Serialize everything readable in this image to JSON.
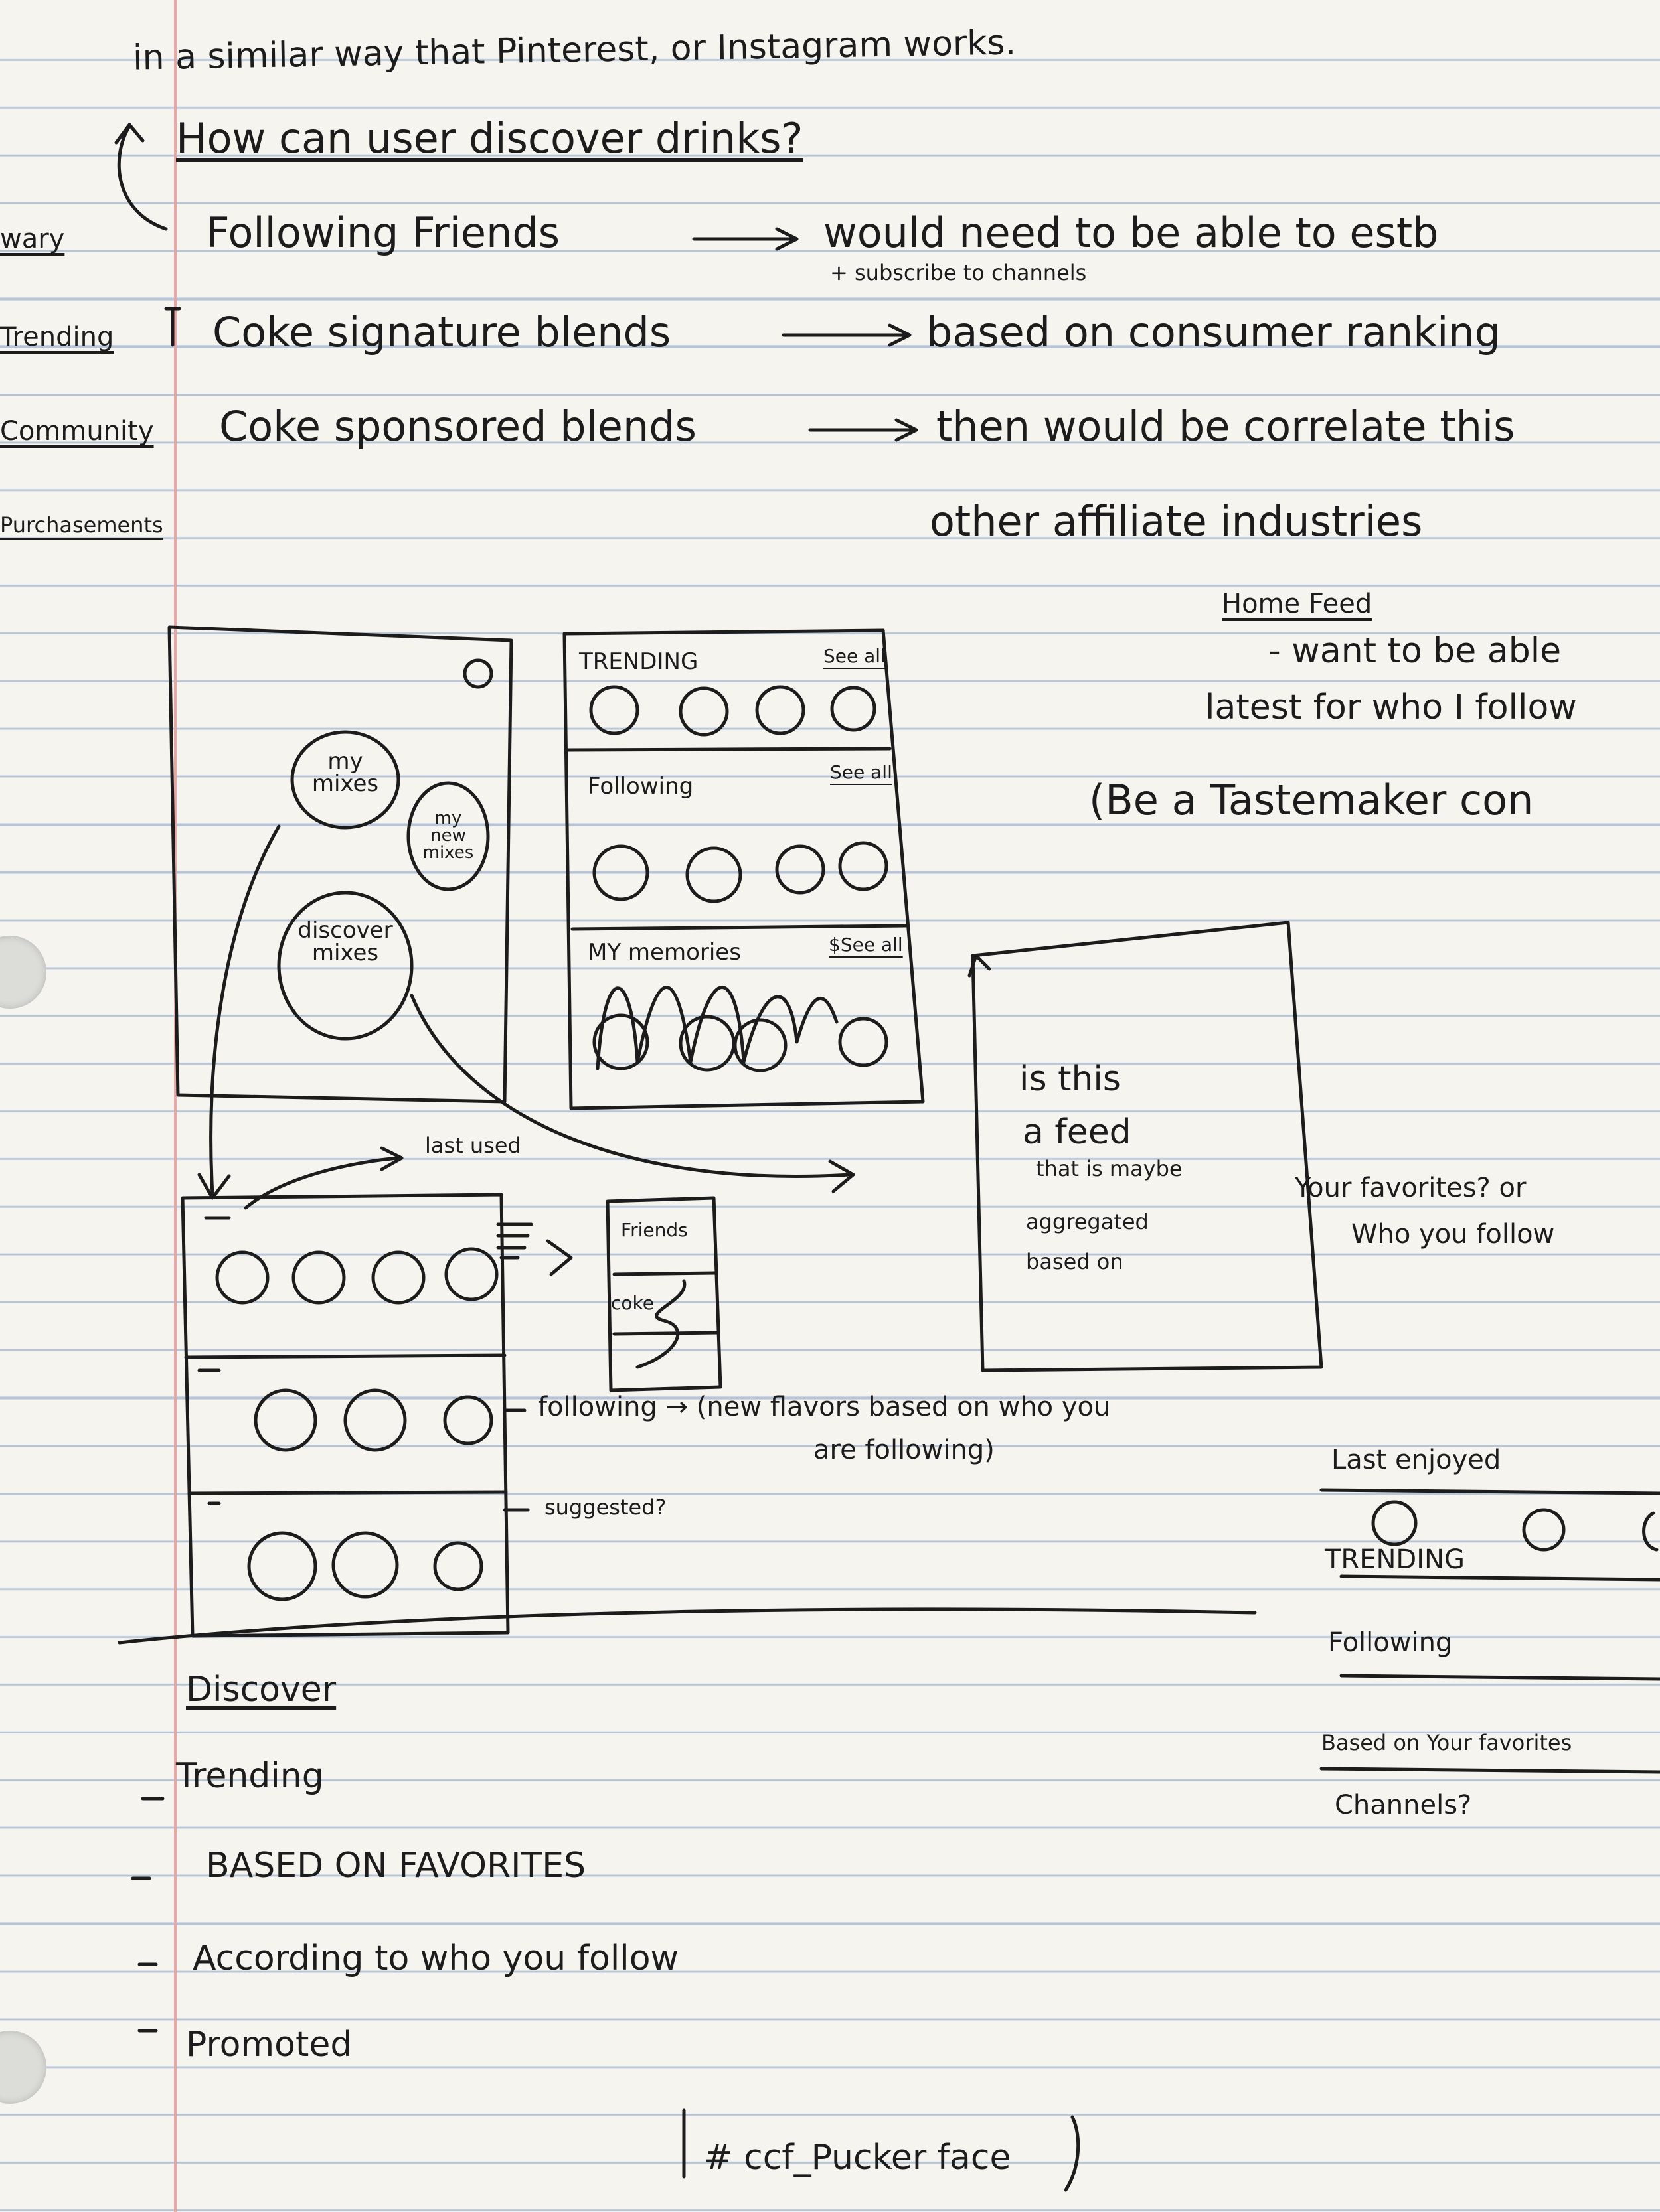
{
  "header": {
    "line1": "in a similar way that Pinterest, or Instagram works.",
    "question": "How can user discover drinks?"
  },
  "left_margin": [
    "wary",
    "Trending",
    "Community",
    "Purchasements"
  ],
  "discovery_sources": [
    {
      "source": "Following Friends",
      "note": "would need to be able to estb"
    },
    {
      "source": "Coke signature blends",
      "note": "based on consumer ranking"
    },
    {
      "source": "Coke sponsored blends",
      "note": "then would be correlate this"
    }
  ],
  "subscribe_note": "+ subscribe to channels",
  "affiliate_note": "other affiliate industries",
  "home_feed": {
    "title": "Home Feed",
    "line1": "- want to be able",
    "line2": "latest for who I follow",
    "tastemaker": "(Be a Tastemaker con"
  },
  "mock_home": {
    "circle_my_mixes": "my mixes",
    "circle_my_new_mixes": "my new mixes",
    "circle_discover": "discover mixes"
  },
  "mock_sections": {
    "trending": "TRENDING",
    "following": "Following",
    "my_memories": "MY memories",
    "see_all": "See all",
    "see_all_alt": "$See all"
  },
  "feed_question": [
    "is this",
    "a feed",
    "that is maybe",
    "aggregated",
    "based on"
  ],
  "feed_note": [
    "Your favorites? or",
    "Who you follow"
  ],
  "last_used": "last used",
  "side_menu": [
    "Friends",
    "coke"
  ],
  "following_note": "following → (new flavors based on who you",
  "following_note2": "are following)",
  "suggested": "suggested?",
  "discover": {
    "title": "Discover",
    "items": [
      "Trending",
      "BASED ON FAVORITES",
      "According to who you follow",
      "Promoted"
    ]
  },
  "right_sections": [
    "Last enjoyed",
    "TRENDING",
    "Following",
    "Based on Your favorites",
    "Channels?"
  ],
  "hashtag": "# ccf_Pucker face"
}
